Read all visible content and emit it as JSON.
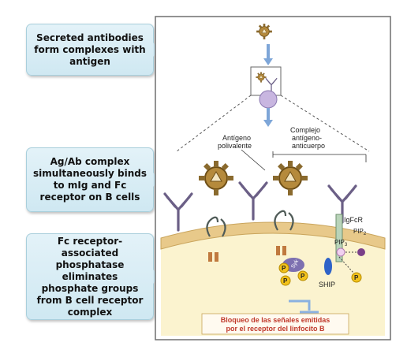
{
  "callouts": [
    "Secreted antibodies form complexes with antigen",
    "Ag/Ab complex simultaneously binds to mIg and Fc receptor on B cells",
    "Fc receptor-associated phosphatase eliminates phosphate groups from B cell receptor complex"
  ],
  "figure": {
    "label_antigen": "Antígeno",
    "label_antigen2": "polivalente",
    "label_complex": "Complejo",
    "label_complex2": "antígeno-",
    "label_complex3": "anticuerpo",
    "label_fcr": "IgFcR",
    "label_pip3": "PIP",
    "label_pip3_sub": "3",
    "label_pip2": "PIP",
    "label_pip2_sub": "2",
    "label_ship": "SHIP",
    "label_syk": "Syk",
    "label_p": "P",
    "result_line1": "Bloqueo de las señales emitidas",
    "result_line2": "por el receptor del linfocito B"
  },
  "colors": {
    "callout_bg": "#d6ecf4",
    "membrane": "#e8c98a",
    "cytoplasm": "#fbf3cf",
    "antibody": "#6b5f86",
    "antigen": "#8a6a2e",
    "phosphate": "#f2c21b",
    "result_text": "#c0392b"
  }
}
